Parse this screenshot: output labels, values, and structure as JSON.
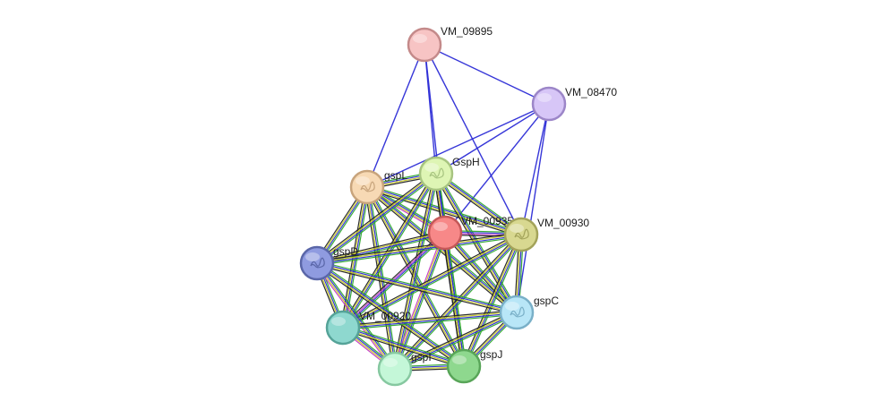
{
  "diagram": {
    "type": "protein-interaction-network",
    "nodes": [
      {
        "id": "VM_09895",
        "label": "VM_09895",
        "fill": "#f7c4c4",
        "stroke": "#c48a8a",
        "structure": false
      },
      {
        "id": "VM_08470",
        "label": "VM_08470",
        "fill": "#d7c6f7",
        "stroke": "#9c86c8",
        "structure": false
      },
      {
        "id": "gspL",
        "label": "gspL",
        "fill": "#f7d9b4",
        "stroke": "#c8a47c",
        "structure": true
      },
      {
        "id": "GspH",
        "label": "GspH",
        "fill": "#def5b4",
        "stroke": "#a7c480",
        "structure": true
      },
      {
        "id": "VM_00935",
        "label": "VM_00935",
        "fill": "#f78888",
        "stroke": "#c45858",
        "structure": false
      },
      {
        "id": "VM_00930",
        "label": "VM_00930",
        "fill": "#d8d890",
        "stroke": "#a3a35a",
        "structure": true
      },
      {
        "id": "gspD",
        "label": "gspD",
        "fill": "#8f9be0",
        "stroke": "#5a66a8",
        "structure": true
      },
      {
        "id": "gspC",
        "label": "gspC",
        "fill": "#b8e6f7",
        "stroke": "#7ab0c8",
        "structure": true
      },
      {
        "id": "VM_00920",
        "label": "VM_00920",
        "fill": "#8ed8cf",
        "stroke": "#55a398",
        "structure": false
      },
      {
        "id": "gspI",
        "label": "gspI",
        "fill": "#c4f7d8",
        "stroke": "#86c8a0",
        "structure": false
      },
      {
        "id": "gspJ",
        "label": "gspJ",
        "fill": "#8ed88e",
        "stroke": "#58a558",
        "structure": false
      }
    ],
    "edges": [
      {
        "from": "VM_09895",
        "to": "VM_08470",
        "colors": [
          "#2b2bd6"
        ]
      },
      {
        "from": "VM_09895",
        "to": "gspL",
        "colors": [
          "#2b2bd6"
        ]
      },
      {
        "from": "VM_09895",
        "to": "GspH",
        "colors": [
          "#2b2bd6"
        ]
      },
      {
        "from": "VM_09895",
        "to": "VM_00935",
        "colors": [
          "#2b2bd6"
        ]
      },
      {
        "from": "VM_09895",
        "to": "VM_00930",
        "colors": [
          "#2b2bd6"
        ]
      },
      {
        "from": "VM_08470",
        "to": "gspL",
        "colors": [
          "#2b2bd6"
        ]
      },
      {
        "from": "VM_08470",
        "to": "GspH",
        "colors": [
          "#2b2bd6"
        ]
      },
      {
        "from": "VM_08470",
        "to": "VM_00935",
        "colors": [
          "#2b2bd6"
        ]
      },
      {
        "from": "VM_08470",
        "to": "VM_00930",
        "colors": [
          "#2b2bd6"
        ]
      },
      {
        "from": "VM_08470",
        "to": "gspC",
        "colors": [
          "#2b2bd6"
        ]
      },
      {
        "from": "gspL",
        "to": "GspH",
        "colors": [
          "#2fa82f",
          "#2b2bd6",
          "#c9c925",
          "#222222"
        ]
      },
      {
        "from": "gspL",
        "to": "VM_00935",
        "colors": [
          "#2fa82f",
          "#2b2bd6",
          "#c9c925",
          "#c23bc2"
        ]
      },
      {
        "from": "gspL",
        "to": "VM_00930",
        "colors": [
          "#2fa82f",
          "#2b2bd6",
          "#c9c925",
          "#222222"
        ]
      },
      {
        "from": "gspL",
        "to": "gspD",
        "colors": [
          "#2fa82f",
          "#2b2bd6",
          "#c9c925",
          "#222222"
        ]
      },
      {
        "from": "gspL",
        "to": "gspC",
        "colors": [
          "#2fa82f",
          "#2b2bd6",
          "#c9c925",
          "#222222"
        ]
      },
      {
        "from": "gspL",
        "to": "VM_00920",
        "colors": [
          "#2fa82f",
          "#2b2bd6",
          "#c9c925",
          "#222222"
        ]
      },
      {
        "from": "gspL",
        "to": "gspI",
        "colors": [
          "#2fa82f",
          "#2b2bd6",
          "#c9c925",
          "#222222"
        ]
      },
      {
        "from": "gspL",
        "to": "gspJ",
        "colors": [
          "#2fa82f",
          "#2b2bd6",
          "#c9c925",
          "#222222"
        ]
      },
      {
        "from": "GspH",
        "to": "VM_00935",
        "colors": [
          "#2fa82f",
          "#2b2bd6",
          "#c23bc2",
          "#222222"
        ]
      },
      {
        "from": "GspH",
        "to": "VM_00930",
        "colors": [
          "#2fa82f",
          "#2b2bd6",
          "#c9c925",
          "#222222"
        ]
      },
      {
        "from": "GspH",
        "to": "gspD",
        "colors": [
          "#2fa82f",
          "#2b2bd6",
          "#c9c925",
          "#222222"
        ]
      },
      {
        "from": "GspH",
        "to": "gspC",
        "colors": [
          "#2fa82f",
          "#2b2bd6",
          "#c9c925",
          "#222222"
        ]
      },
      {
        "from": "GspH",
        "to": "VM_00920",
        "colors": [
          "#2fa82f",
          "#2b2bd6",
          "#c9c925",
          "#222222"
        ]
      },
      {
        "from": "GspH",
        "to": "gspI",
        "colors": [
          "#2fa82f",
          "#2b2bd6",
          "#c9c925",
          "#222222"
        ]
      },
      {
        "from": "GspH",
        "to": "gspJ",
        "colors": [
          "#2fa82f",
          "#2b2bd6",
          "#c9c925",
          "#222222"
        ]
      },
      {
        "from": "VM_00935",
        "to": "VM_00930",
        "colors": [
          "#2fa82f",
          "#2b2bd6",
          "#c23bc2",
          "#222222"
        ]
      },
      {
        "from": "VM_00935",
        "to": "gspD",
        "colors": [
          "#2fa82f",
          "#2b2bd6",
          "#c9c925",
          "#222222"
        ]
      },
      {
        "from": "VM_00935",
        "to": "gspC",
        "colors": [
          "#2fa82f",
          "#2b2bd6",
          "#c9c925",
          "#222222"
        ]
      },
      {
        "from": "VM_00935",
        "to": "VM_00920",
        "colors": [
          "#2fa82f",
          "#2b2bd6",
          "#c23bc2",
          "#222222"
        ]
      },
      {
        "from": "VM_00935",
        "to": "gspI",
        "colors": [
          "#2fa82f",
          "#2b2bd6",
          "#c9c925",
          "#c23bc2"
        ]
      },
      {
        "from": "VM_00935",
        "to": "gspJ",
        "colors": [
          "#2fa82f",
          "#2b2bd6",
          "#c9c925",
          "#222222"
        ]
      },
      {
        "from": "VM_00930",
        "to": "gspD",
        "colors": [
          "#2fa82f",
          "#2b2bd6",
          "#c9c925",
          "#222222"
        ]
      },
      {
        "from": "VM_00930",
        "to": "gspC",
        "colors": [
          "#2fa82f",
          "#2b2bd6",
          "#c9c925",
          "#222222"
        ]
      },
      {
        "from": "VM_00930",
        "to": "VM_00920",
        "colors": [
          "#2fa82f",
          "#2b2bd6",
          "#c9c925",
          "#222222"
        ]
      },
      {
        "from": "VM_00930",
        "to": "gspI",
        "colors": [
          "#2fa82f",
          "#2b2bd6",
          "#c9c925",
          "#222222"
        ]
      },
      {
        "from": "VM_00930",
        "to": "gspJ",
        "colors": [
          "#2fa82f",
          "#2b2bd6",
          "#c9c925",
          "#222222"
        ]
      },
      {
        "from": "gspD",
        "to": "gspC",
        "colors": [
          "#2fa82f",
          "#2b2bd6",
          "#c9c925",
          "#222222"
        ]
      },
      {
        "from": "gspD",
        "to": "VM_00920",
        "colors": [
          "#2fa82f",
          "#2b2bd6",
          "#c9c925",
          "#222222"
        ]
      },
      {
        "from": "gspD",
        "to": "gspI",
        "colors": [
          "#2fa82f",
          "#2b2bd6",
          "#c9c925",
          "#c23bc2"
        ]
      },
      {
        "from": "gspD",
        "to": "gspJ",
        "colors": [
          "#2fa82f",
          "#2b2bd6",
          "#c9c925",
          "#222222"
        ]
      },
      {
        "from": "gspC",
        "to": "VM_00920",
        "colors": [
          "#2fa82f",
          "#2b2bd6",
          "#c9c925",
          "#222222"
        ]
      },
      {
        "from": "gspC",
        "to": "gspI",
        "colors": [
          "#2fa82f",
          "#2b2bd6",
          "#c9c925",
          "#222222"
        ]
      },
      {
        "from": "gspC",
        "to": "gspJ",
        "colors": [
          "#2fa82f",
          "#2b2bd6",
          "#c9c925",
          "#222222"
        ]
      },
      {
        "from": "VM_00920",
        "to": "gspI",
        "colors": [
          "#2fa82f",
          "#2b2bd6",
          "#c9c925",
          "#c23bc2"
        ]
      },
      {
        "from": "VM_00920",
        "to": "gspJ",
        "colors": [
          "#2fa82f",
          "#2b2bd6",
          "#c9c925",
          "#222222"
        ]
      },
      {
        "from": "gspI",
        "to": "gspJ",
        "colors": [
          "#2fa82f",
          "#2b2bd6",
          "#c9c925",
          "#222222"
        ]
      }
    ]
  }
}
